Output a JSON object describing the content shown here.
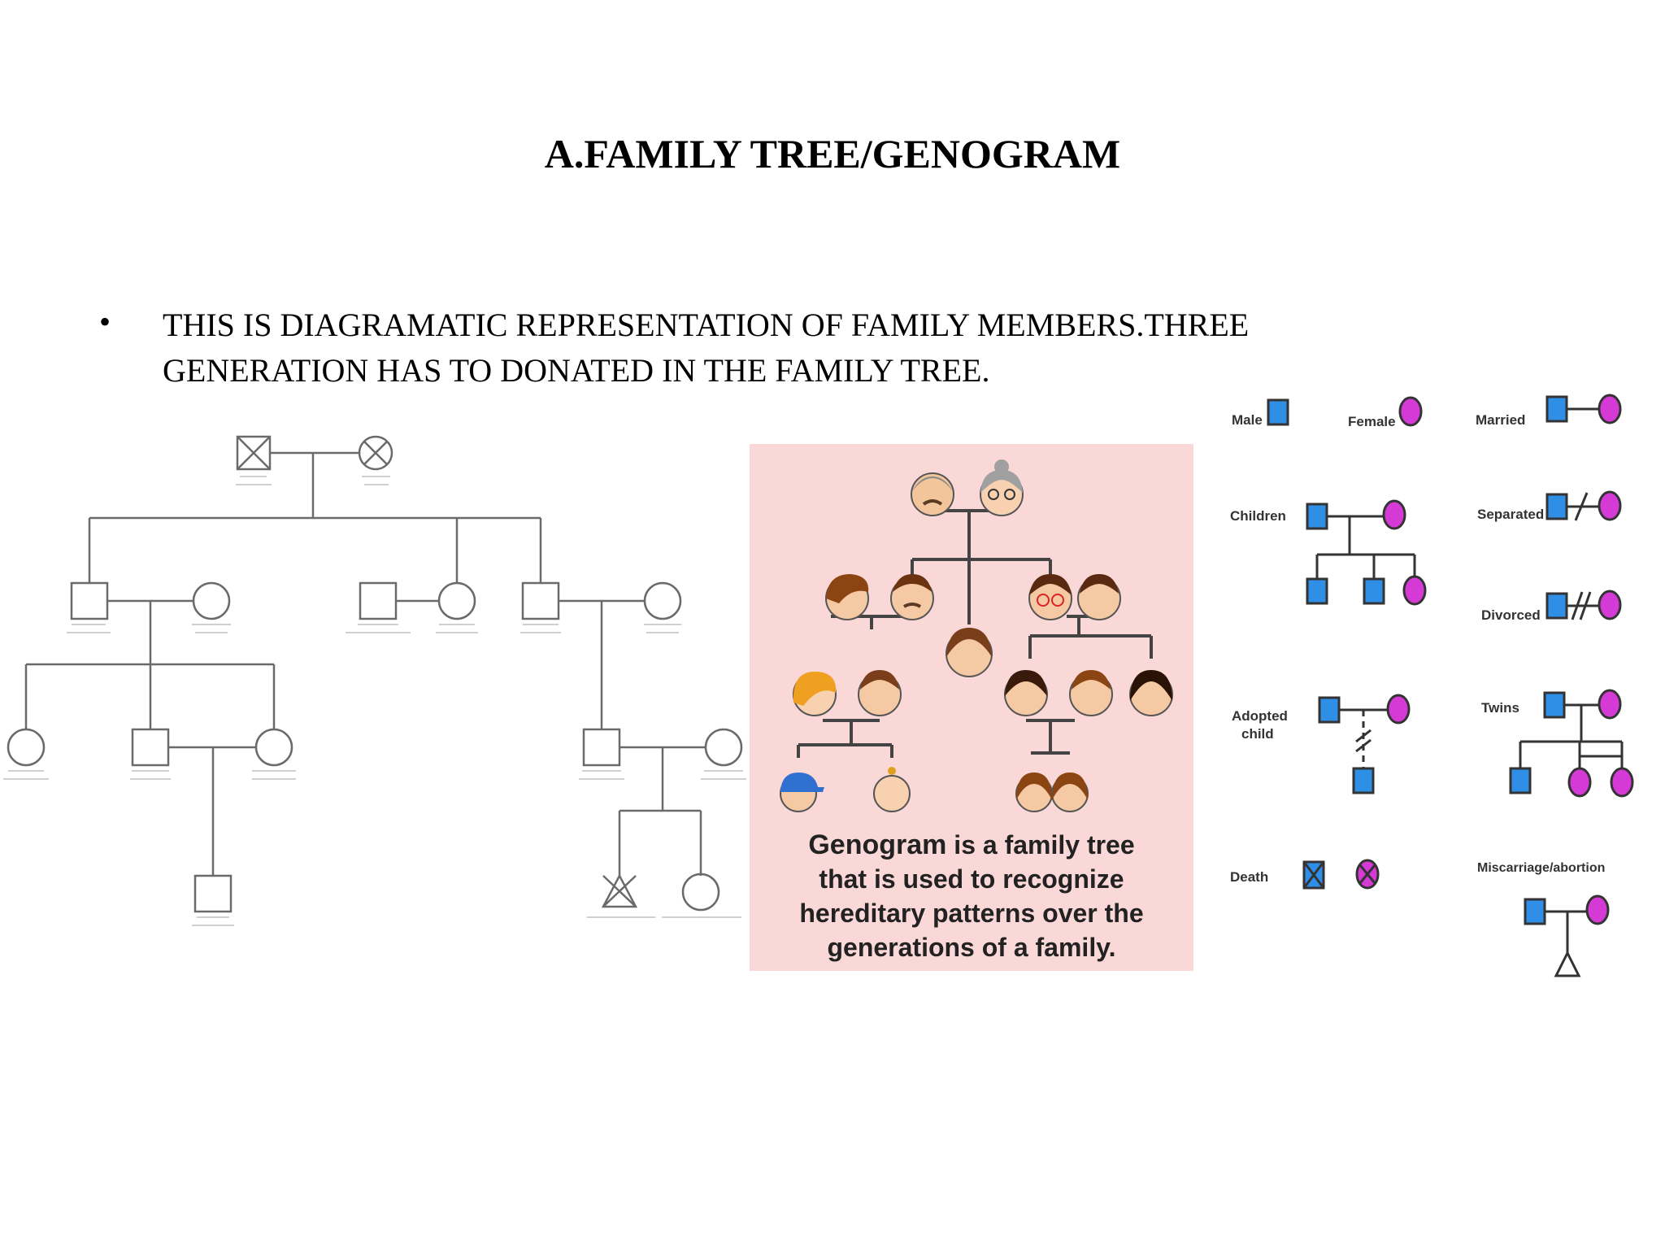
{
  "slide": {
    "title": "A.FAMILY TREE/GENOGRAM",
    "bullet": "THIS IS DIAGRAMATIC REPRESENTATION OF FAMILY MEMBERS.THREE GENERATION HAS  TO DONATED IN THE FAMILY TREE."
  },
  "genogram_caption": {
    "bold": "Genogram",
    "rest_line1": " is a family tree",
    "line2": "that is used to recognize",
    "line3": "hereditary patterns over the",
    "line4": "generations of a family."
  },
  "legend": {
    "male": "Male",
    "female": "Female",
    "married": "Married",
    "children": "Children",
    "separated": "Separated",
    "divorced": "Divorced",
    "adopted_line1": "Adopted",
    "adopted_line2": "child",
    "twins": "Twins",
    "death": "Death",
    "miscarriage": "Miscarriage/abortion"
  },
  "colors": {
    "male_fill": "#2f8fe6",
    "female_fill": "#d63ad6",
    "caption_bg": "#fbd6d6",
    "tree_line": "#9a9a9a"
  }
}
